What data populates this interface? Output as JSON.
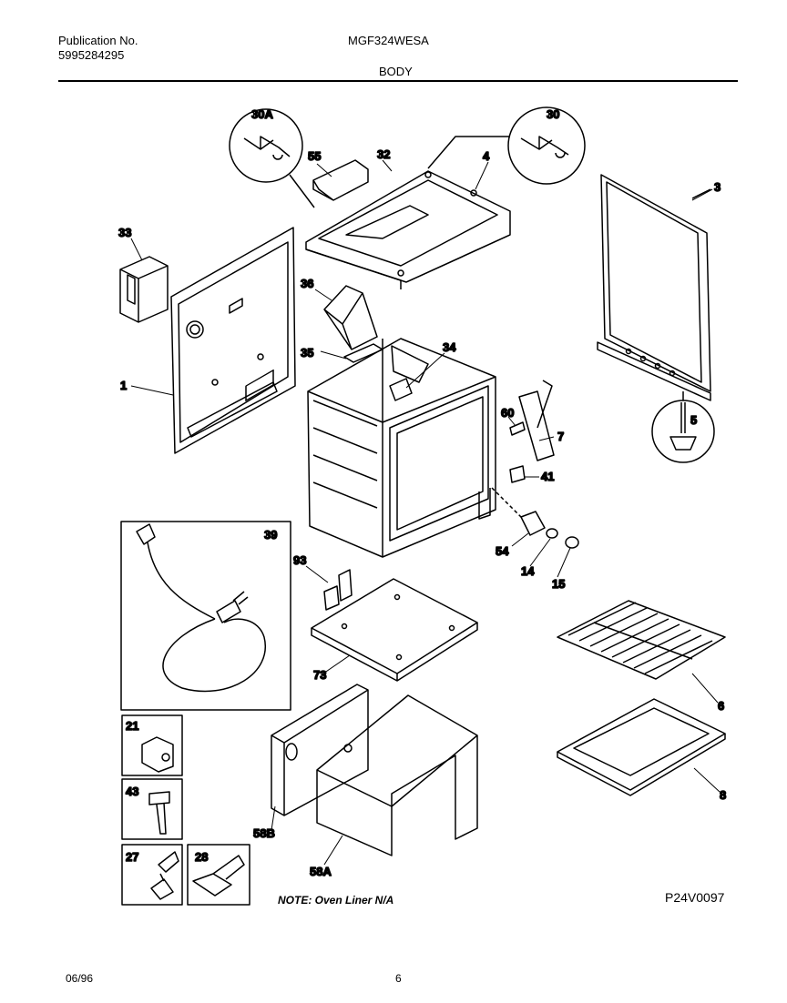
{
  "header": {
    "publication_label": "Publication No.",
    "publication_number": "5995284295",
    "model": "MGF324WESA",
    "section": "BODY"
  },
  "parts": [
    {
      "id": "p30a",
      "label": "30A"
    },
    {
      "id": "p55",
      "label": "55"
    },
    {
      "id": "p32",
      "label": "32"
    },
    {
      "id": "p4",
      "label": "4"
    },
    {
      "id": "p30",
      "label": "30"
    },
    {
      "id": "p3",
      "label": "3"
    },
    {
      "id": "p33",
      "label": "33"
    },
    {
      "id": "p36",
      "label": "36"
    },
    {
      "id": "p35",
      "label": "35"
    },
    {
      "id": "p34",
      "label": "34"
    },
    {
      "id": "p1",
      "label": "1"
    },
    {
      "id": "p60",
      "label": "60"
    },
    {
      "id": "p7",
      "label": "7"
    },
    {
      "id": "p5",
      "label": "5"
    },
    {
      "id": "p41",
      "label": "41"
    },
    {
      "id": "p39",
      "label": "39"
    },
    {
      "id": "p93",
      "label": "93"
    },
    {
      "id": "p54",
      "label": "54"
    },
    {
      "id": "p14",
      "label": "14"
    },
    {
      "id": "p15",
      "label": "15"
    },
    {
      "id": "p73",
      "label": "73"
    },
    {
      "id": "p6",
      "label": "6"
    },
    {
      "id": "p21",
      "label": "21"
    },
    {
      "id": "p8",
      "label": "8"
    },
    {
      "id": "p43",
      "label": "43"
    },
    {
      "id": "p58b",
      "label": "58B"
    },
    {
      "id": "p27",
      "label": "27"
    },
    {
      "id": "p28",
      "label": "28"
    },
    {
      "id": "p58a",
      "label": "58A"
    }
  ],
  "note": "NOTE: Oven Liner N/A",
  "drawing_code": "P24V0097",
  "footer": {
    "date": "06/96",
    "page": "6"
  }
}
